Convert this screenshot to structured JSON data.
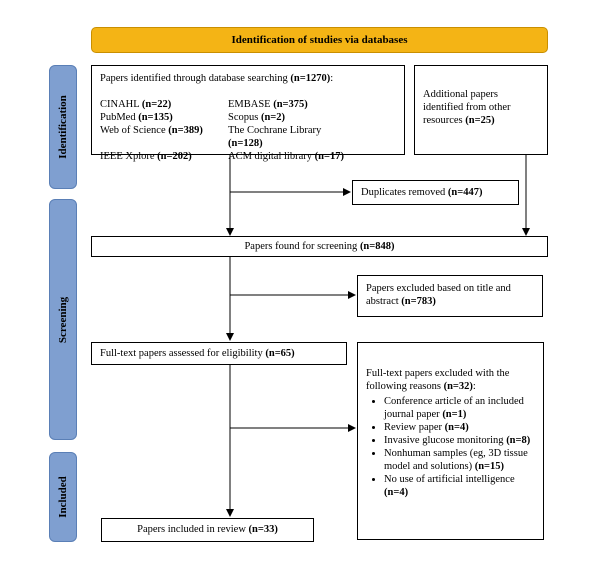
{
  "banner": "Identification of studies via databases",
  "phases": [
    "Identification",
    "Screening",
    "Included"
  ],
  "database_search": {
    "heading": "Papers identified through database searching ",
    "heading_count": "(n=1270)",
    "heading_tail": ":",
    "sources_left": [
      {
        "name": "CINAHL ",
        "count": "(n=22)"
      },
      {
        "name": "PubMed ",
        "count": "(n=135)"
      },
      {
        "name": "Web of Science ",
        "count": "(n=389)"
      },
      {
        "name": "IEEE Xplore ",
        "count": "(n=202)"
      }
    ],
    "sources_right": [
      {
        "name": "EMBASE ",
        "count": "(n=375)"
      },
      {
        "name": "Scopus ",
        "count": "(n=2)"
      },
      {
        "name": "The Cochrane Library ",
        "count": "(n=128)"
      },
      {
        "name": "ACM digital library ",
        "count": "(n=17)"
      }
    ]
  },
  "additional": {
    "text": "Additional papers identified from other resources ",
    "count": "(n=25)"
  },
  "duplicates": {
    "text": "Duplicates removed ",
    "count": "(n=447)"
  },
  "screening": {
    "text": "Papers found for screening ",
    "count": "(n=848)"
  },
  "excluded_title": {
    "text": "Papers excluded based on title and abstract ",
    "count": "(n=783)"
  },
  "fulltext": {
    "text": "Full-text papers assessed for eligibility ",
    "count": "(n=65)"
  },
  "fulltext_excluded": {
    "text": "Full-text papers excluded with the following reasons ",
    "count": "(n=32)",
    "tail": ":",
    "reasons": [
      {
        "text": "Conference article of an included journal paper ",
        "count": "(n=1)"
      },
      {
        "text": "Review paper ",
        "count": "(n=4)"
      },
      {
        "text": "Invasive glucose monitoring ",
        "count": "(n=8)"
      },
      {
        "text": "Nonhuman samples (eg, 3D tissue model and solutions) ",
        "count": "(n=15)"
      },
      {
        "text": "No use of artificial intelligence ",
        "count": "(n=4)"
      }
    ]
  },
  "included": {
    "text": "Papers included in review ",
    "count": "(n=33)"
  },
  "colors": {
    "banner": "#f4b415",
    "phase": "#7f9fd0"
  }
}
